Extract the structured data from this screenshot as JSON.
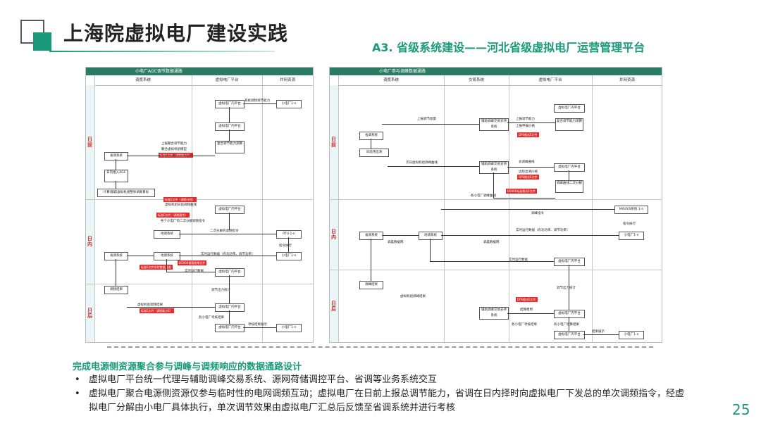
{
  "header": {
    "title": "上海院虚拟电厂建设实践",
    "subtitle": "A3. 省级系统建设——河北省级虚拟电厂运营管理平台"
  },
  "left_diagram": {
    "title": "小电厂AGC调节数据通路",
    "columns": [
      "调度系统",
      "虚拟电厂平台",
      "并网资源"
    ],
    "lanes": [
      "日前",
      "日内",
      "日后"
    ],
    "boxes": {
      "b1": "虚拟电厂内平台",
      "b2": "小电厂1-n",
      "b3": "虚拟电厂内平台",
      "b4": "复合调节能力测算",
      "b5": "省调系统",
      "b6": "日内接入AGC",
      "b7": "计算/跟踪虚拟机组整体调频目标",
      "b8": "虚拟电厂内平台",
      "b9": "地调系统",
      "b10": "RTU 1-n",
      "b11": "省调系统",
      "b12": "地调系统",
      "b13": "小电厂1-n",
      "b14": "虚拟电厂内平台",
      "b15": "调频结果",
      "b16": "虚拟电厂内平台",
      "b17": "虚拟电厂内平台",
      "b18": "小电厂1-n"
    },
    "labels": {
      "l1": "系统调频调节能力",
      "l2": "上报聚合调节能力",
      "l3": "聚合虚拟机组模型",
      "l4": "虚拟机组日前调频曲线",
      "l5": "各个小电厂的二次分解调频指令",
      "l6": "二次分解的调频指令",
      "l7": "指令执行",
      "l8": "实时运行数据（有功功率、调节功率）",
      "l9": "实时运行数据",
      "l10": "调节出力统计",
      "l11": "虚拟机组调频结果",
      "l12": "各小电厂考核结果",
      "l13": "考核结果展示"
    },
    "red_tags": {
      "r1": "标准E文件（调频能力E）",
      "r2": "标准E文件（调频计划）",
      "r3": "标准E文件（调频指令）",
      "r4": "标准E文件实时数据通道",
      "r5": "D5000调频结果文件",
      "r6": "标准E文件（调频能力E）"
    }
  },
  "right_diagram": {
    "title": "小电厂参与调峰数据通路",
    "columns": [
      "调度系统",
      "交易系统",
      "虚拟电厂平台",
      "并网资源"
    ],
    "lanes": [
      "日前",
      "日内",
      "日后"
    ],
    "boxes": {
      "b1": "虚拟电厂内平台",
      "b2": "辅助调峰交易支持系统",
      "b3": "复合调节能力测算",
      "b4": "省调系统",
      "b5": "日前预出清",
      "b6": "辅助调峰交易支持系统",
      "b7": "虚拟电厂内平台",
      "b8": "调峰曲线二次分解",
      "b9": "MIS/SIS系统 1-n",
      "b10": "省调系统",
      "b11": "地调系统",
      "b12": "小电厂1-n",
      "b13": "虚拟电厂内平台",
      "b14": "调峰结果",
      "b15": "辅助调峰交易支持系统",
      "b16": "虚拟电厂内平台",
      "b17": "虚拟电厂内平台",
      "b18": "小电厂1-n"
    },
    "labels": {
      "l1": "上报调节能力",
      "l2": "上报调节容量",
      "l3": "上报申报价格",
      "l4": "次日虚拟机组调峰曲线",
      "l5": "总调峰曲线",
      "l6": "边际出清价格",
      "l7": "各小电厂调峰曲线",
      "l8": "调峰指令",
      "l9": "指令执行",
      "l10": "实时运行数据（有功功率、调节功率）",
      "l11": "调度数据网",
      "l12": "实时运行数据",
      "l13": "调节出力统计",
      "l14": "虚拟机组调峰结果",
      "l15": "结算费用",
      "l16": "各小电厂考核结果",
      "l17": "各小电厂结算结果",
      "l18": "结果展示"
    },
    "red_tags": {
      "r1": "DPS格式E文件",
      "r2": "DPS格式E文件",
      "r3": "D5000标准格式E文件",
      "r4": "DPS格式E文件"
    }
  },
  "summary": {
    "title": "完成电源侧资源聚合参与调峰与调频响应的数据通路设计",
    "bullets": [
      "虚拟电厂平台统一代理与辅助调峰交易系统、源网荷储调控平台、省调等业务系统交互",
      "虚拟电厂聚合电源侧资源仅参与临时性的电网调频互动；虚拟电厂在日前上报总调节能力，省调在日内择时向虚拟电厂下发总的单次调频指令，经虚拟电厂分解由小电厂具体执行，单次调节效果由虚拟电厂汇总后反馈至省调系统并进行考核"
    ],
    "bullet_symbol": "•"
  },
  "page_number": "25",
  "colors": {
    "accent": "#1a9a7a",
    "header_bar": "#2a7d63",
    "tag": "#e52b2b",
    "lane_bg": "#e9f6f8"
  }
}
